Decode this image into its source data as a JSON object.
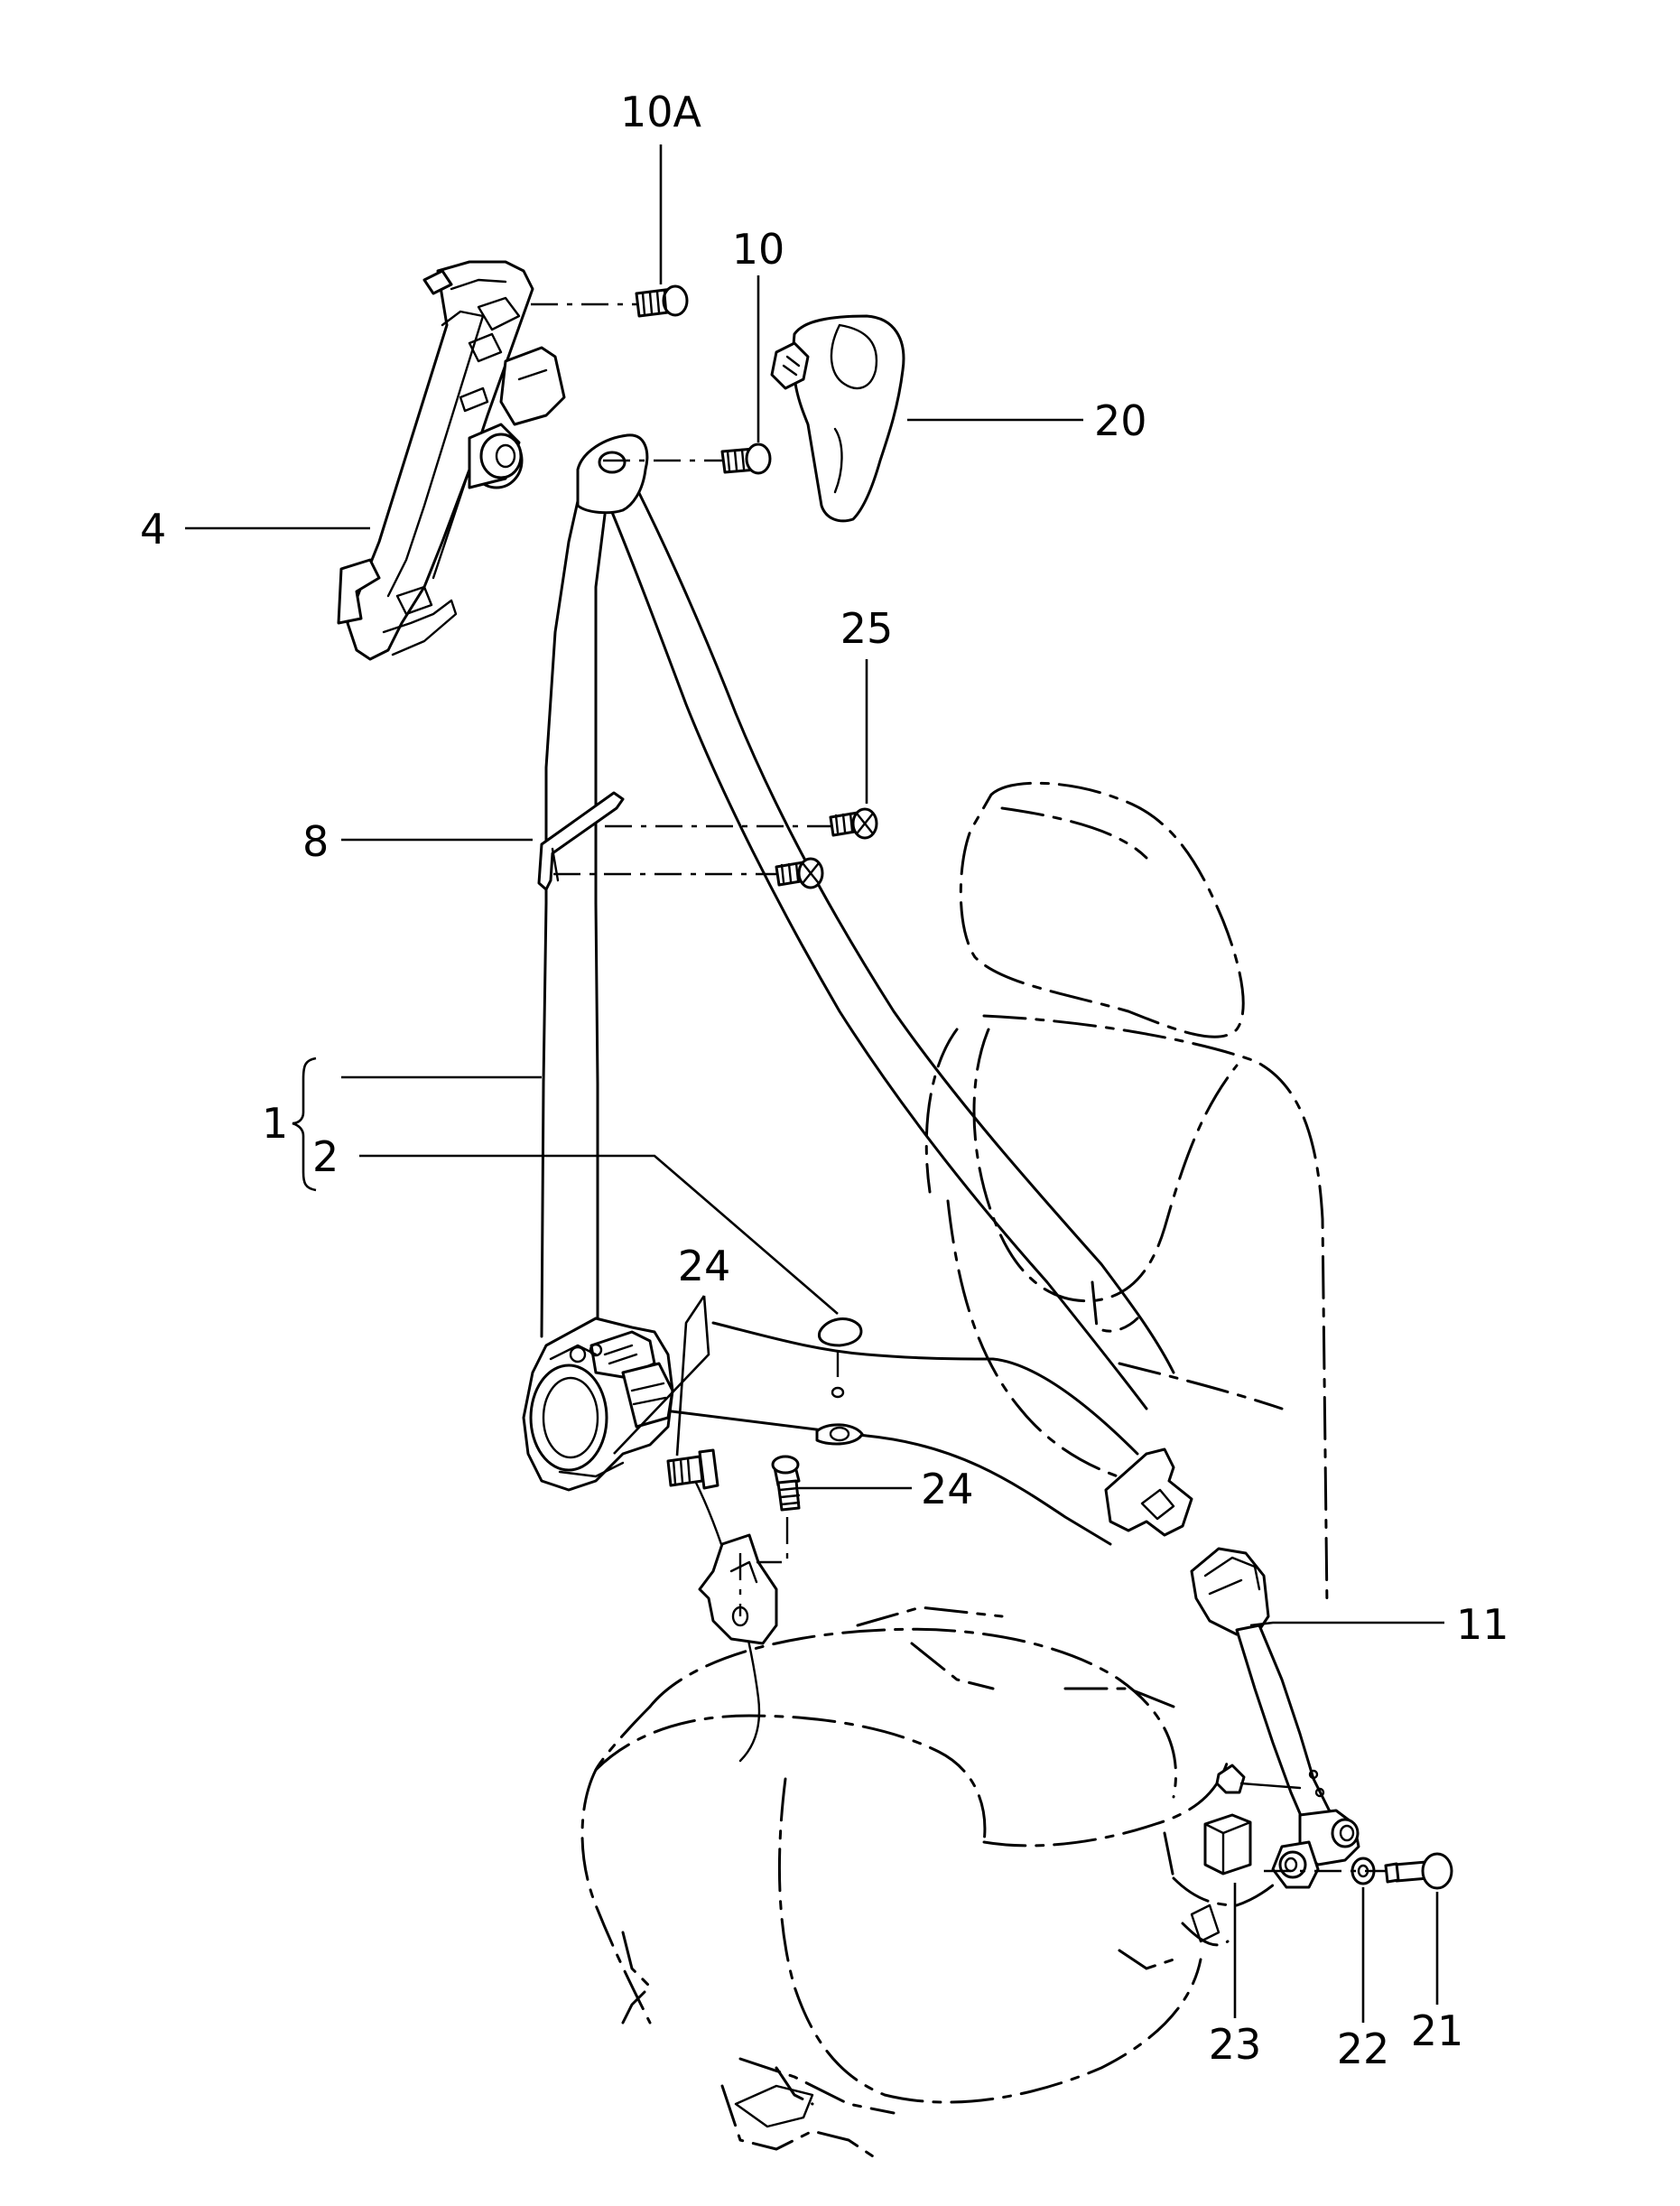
{
  "callouts": {
    "c10a": "10A",
    "c10": "10",
    "c20": "20",
    "c4": "4",
    "c25": "25",
    "c8": "8",
    "c1": "1",
    "c2": "2",
    "c24_upper": "24",
    "c24_lower": "24",
    "c11": "11",
    "c23": "23",
    "c22": "22",
    "c21": "21"
  }
}
